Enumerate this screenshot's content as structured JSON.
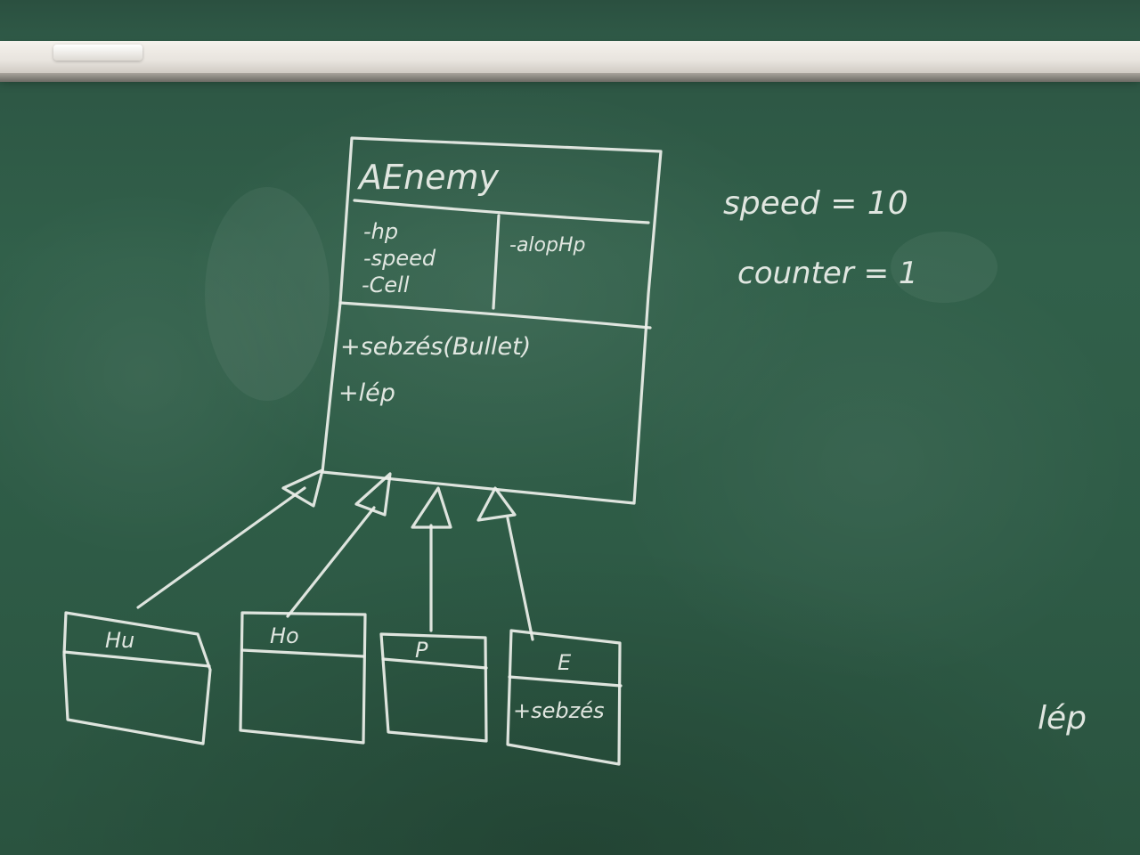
{
  "diagram": {
    "base_class": {
      "name": "AEnemy",
      "attributes_left": [
        "-hp",
        "-speed",
        "-Cell"
      ],
      "attributes_right": [
        "-alopHp"
      ],
      "methods": [
        "+sebzés(Bullet)",
        "+lép"
      ]
    },
    "subclasses": [
      {
        "name": "Hu",
        "members": []
      },
      {
        "name": "Ho",
        "members": []
      },
      {
        "name": "P",
        "members": []
      },
      {
        "name": "E",
        "members": [
          "+sebzés"
        ]
      }
    ],
    "notes": [
      "speed = 10",
      "counter = 1",
      "lép"
    ]
  },
  "colors": {
    "board": "#2f5a46",
    "chalk": "#ecefe9",
    "tray": "#f4f1ec"
  }
}
